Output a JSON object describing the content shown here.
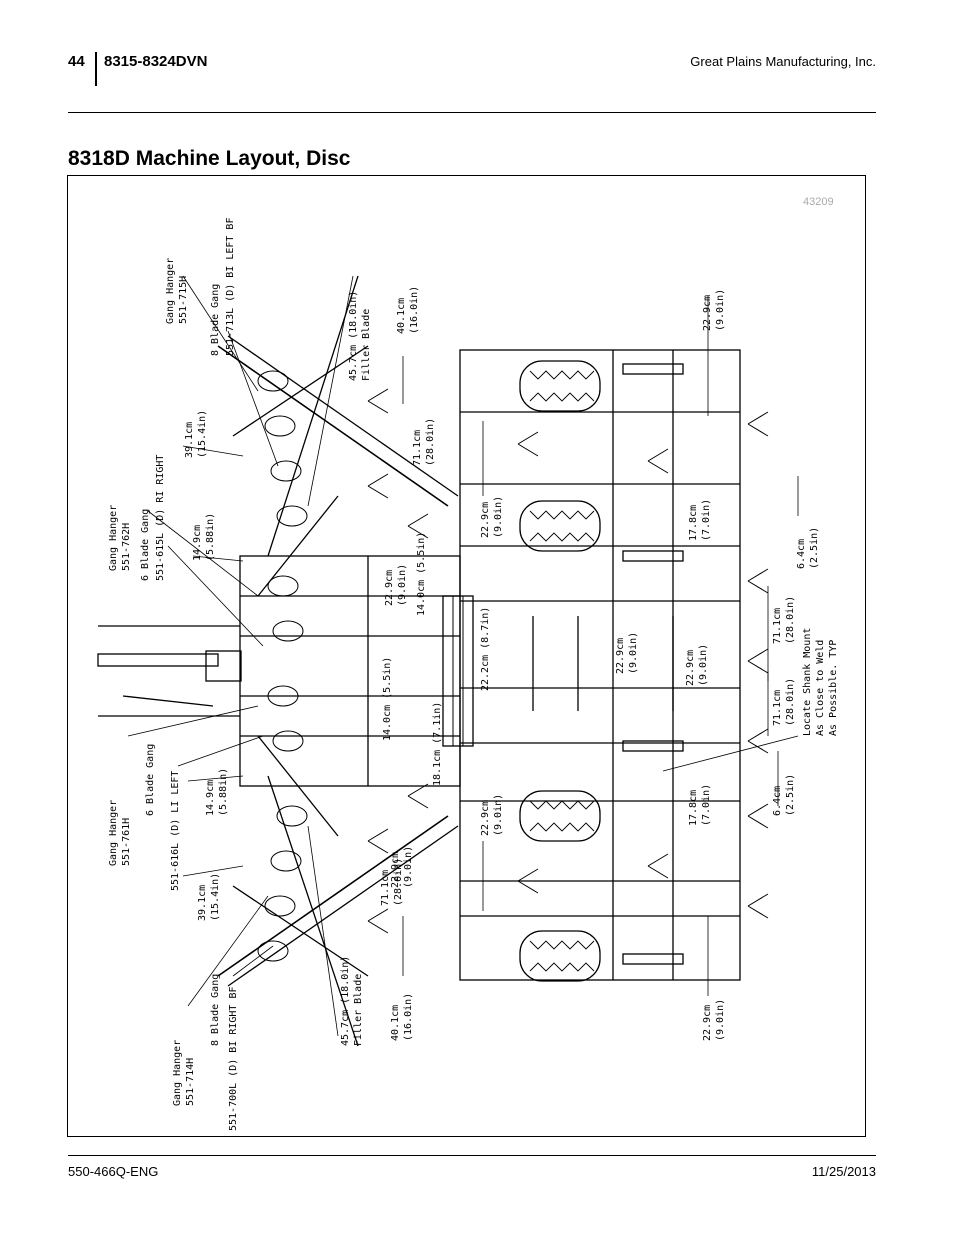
{
  "header": {
    "page_number": "44",
    "model": "8315-8324DVN",
    "company": "Great Plains Manufacturing, Inc."
  },
  "title": "8318D Machine Layout, Disc",
  "figure_number": "43209",
  "footer": {
    "doc_id": "550-466Q-ENG",
    "date": "11/25/2013"
  },
  "labels": {
    "gh_715": "Gang Hanger",
    "gh_715_pn": "551-715H",
    "bg8_left": "8 Blade Gang",
    "bg8_left_pn": "551-713L (D) BI LEFT BF",
    "gh_762": "Gang Hanger",
    "gh_762_pn": "551-762H",
    "bg6_right": "6 Blade Gang",
    "bg6_right_pn": "551-615L (D) RI RIGHT",
    "gh_761": "Gang Hanger",
    "gh_761_pn": "551-761H",
    "bg6_left": "6 Blade Gang",
    "bg6_left_pn": "551-616L (D) LI LEFT",
    "gh_714": "Gang Hanger",
    "gh_714_pn": "551-714H",
    "bg8_right": "8 Blade Gang",
    "bg8_right_pn": "551-700L (D) BI RIGHT BF",
    "filler_top": "45.7cm (18.0in)",
    "filler_top_sub": "Filler Blade",
    "filler_bot": "45.7cm (18.0in)",
    "filler_bot_sub": "Filler Blade",
    "locate_1": "Locate Shank Mount",
    "locate_2": "As Close to Weld",
    "locate_3": "As Possible.  TYP"
  },
  "dims": {
    "d40_top_cm": "40.1cm",
    "d40_top_in": "(16.0in)",
    "d39_top_cm": "39.1cm",
    "d39_top_in": "(15.4in)",
    "d14_9_top_cm": "14.9cm",
    "d14_9_top_in": "(5.88in)",
    "d71_top_cm": "71.1cm",
    "d71_top_in": "(28.0in)",
    "d22_9_a_cm": "22.9cm",
    "d22_9_a_in": "(9.0in)",
    "d22_9_b_cm": "22.9cm",
    "d22_9_b_in": "(9.0in)",
    "d22_9_c_cm": "22.9cm",
    "d22_9_c_in": "(9.0in)",
    "d17_8_top_cm": "17.8cm",
    "d17_8_top_in": "(7.0in)",
    "d6_4_top_cm": "6.4cm",
    "d6_4_top_in": "(2.5in)",
    "d14_0_top": "14.0cm (5.5in)",
    "d22_2": "22.2cm (8.7in)",
    "d22_9_mid_cm": "22.9cm",
    "d22_9_mid_in": "(9.0in)",
    "d22_9_mid2_cm": "22.9cm",
    "d22_9_mid2_in": "(9.0in)",
    "d71_r1_cm": "71.1cm",
    "d71_r1_in": "(28.0in)",
    "d71_r2_cm": "71.1cm",
    "d71_r2_in": "(28.0in)",
    "d14_0_bot": "14.0cm (5.5in)",
    "d18_1": "18.1cm (7.1in)",
    "d6_4_bot_cm": "6.4cm",
    "d6_4_bot_in": "(2.5in)",
    "d17_8_bot_cm": "17.8cm",
    "d17_8_bot_in": "(7.0in)",
    "d22_9_d_cm": "22.9cm",
    "d22_9_d_in": "(9.0in)",
    "d14_9_bot_cm": "14.9cm",
    "d14_9_bot_in": "(5.88in)",
    "d71_bot_cm": "71.1cm",
    "d71_bot_in": "(28.0in)",
    "d22_9_e_cm": "22.9cm",
    "d22_9_e_in": "(9.0in)",
    "d39_bot_cm": "39.1cm",
    "d39_bot_in": "(15.4in)",
    "d40_bot_cm": "40.1cm",
    "d40_bot_in": "(16.0in)",
    "d22_9_f_cm": "22.9cm",
    "d22_9_f_in": "(9.0in)"
  }
}
